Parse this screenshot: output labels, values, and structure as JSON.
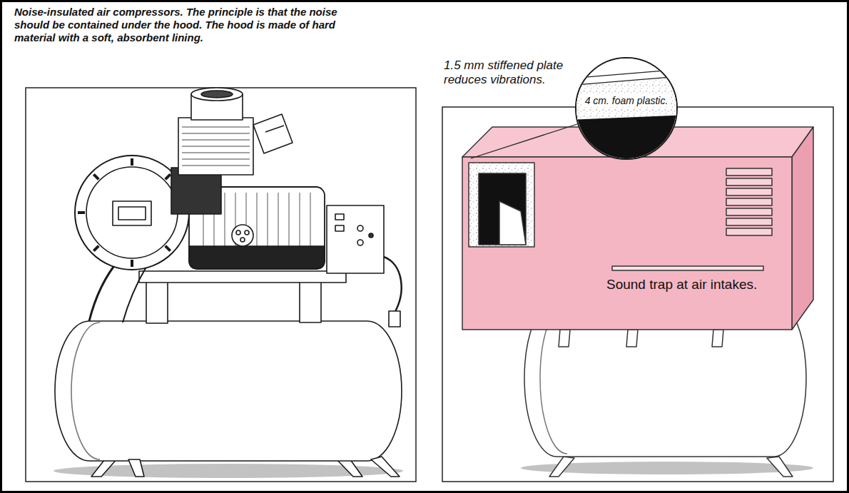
{
  "diagram": {
    "title": "Noise-insulated air compressors. The principle is that the noise should be contained under the hood. The hood is made of hard material with a soft, absorbent lining.",
    "nodes": [
      {
        "text": [
          "4 cm. foam plastic."
        ]
      }
    ],
    "labels": [
      "1.5 mm stiffened plate reduces vibrations.",
      "Sound trap at air intakes."
    ]
  }
}
